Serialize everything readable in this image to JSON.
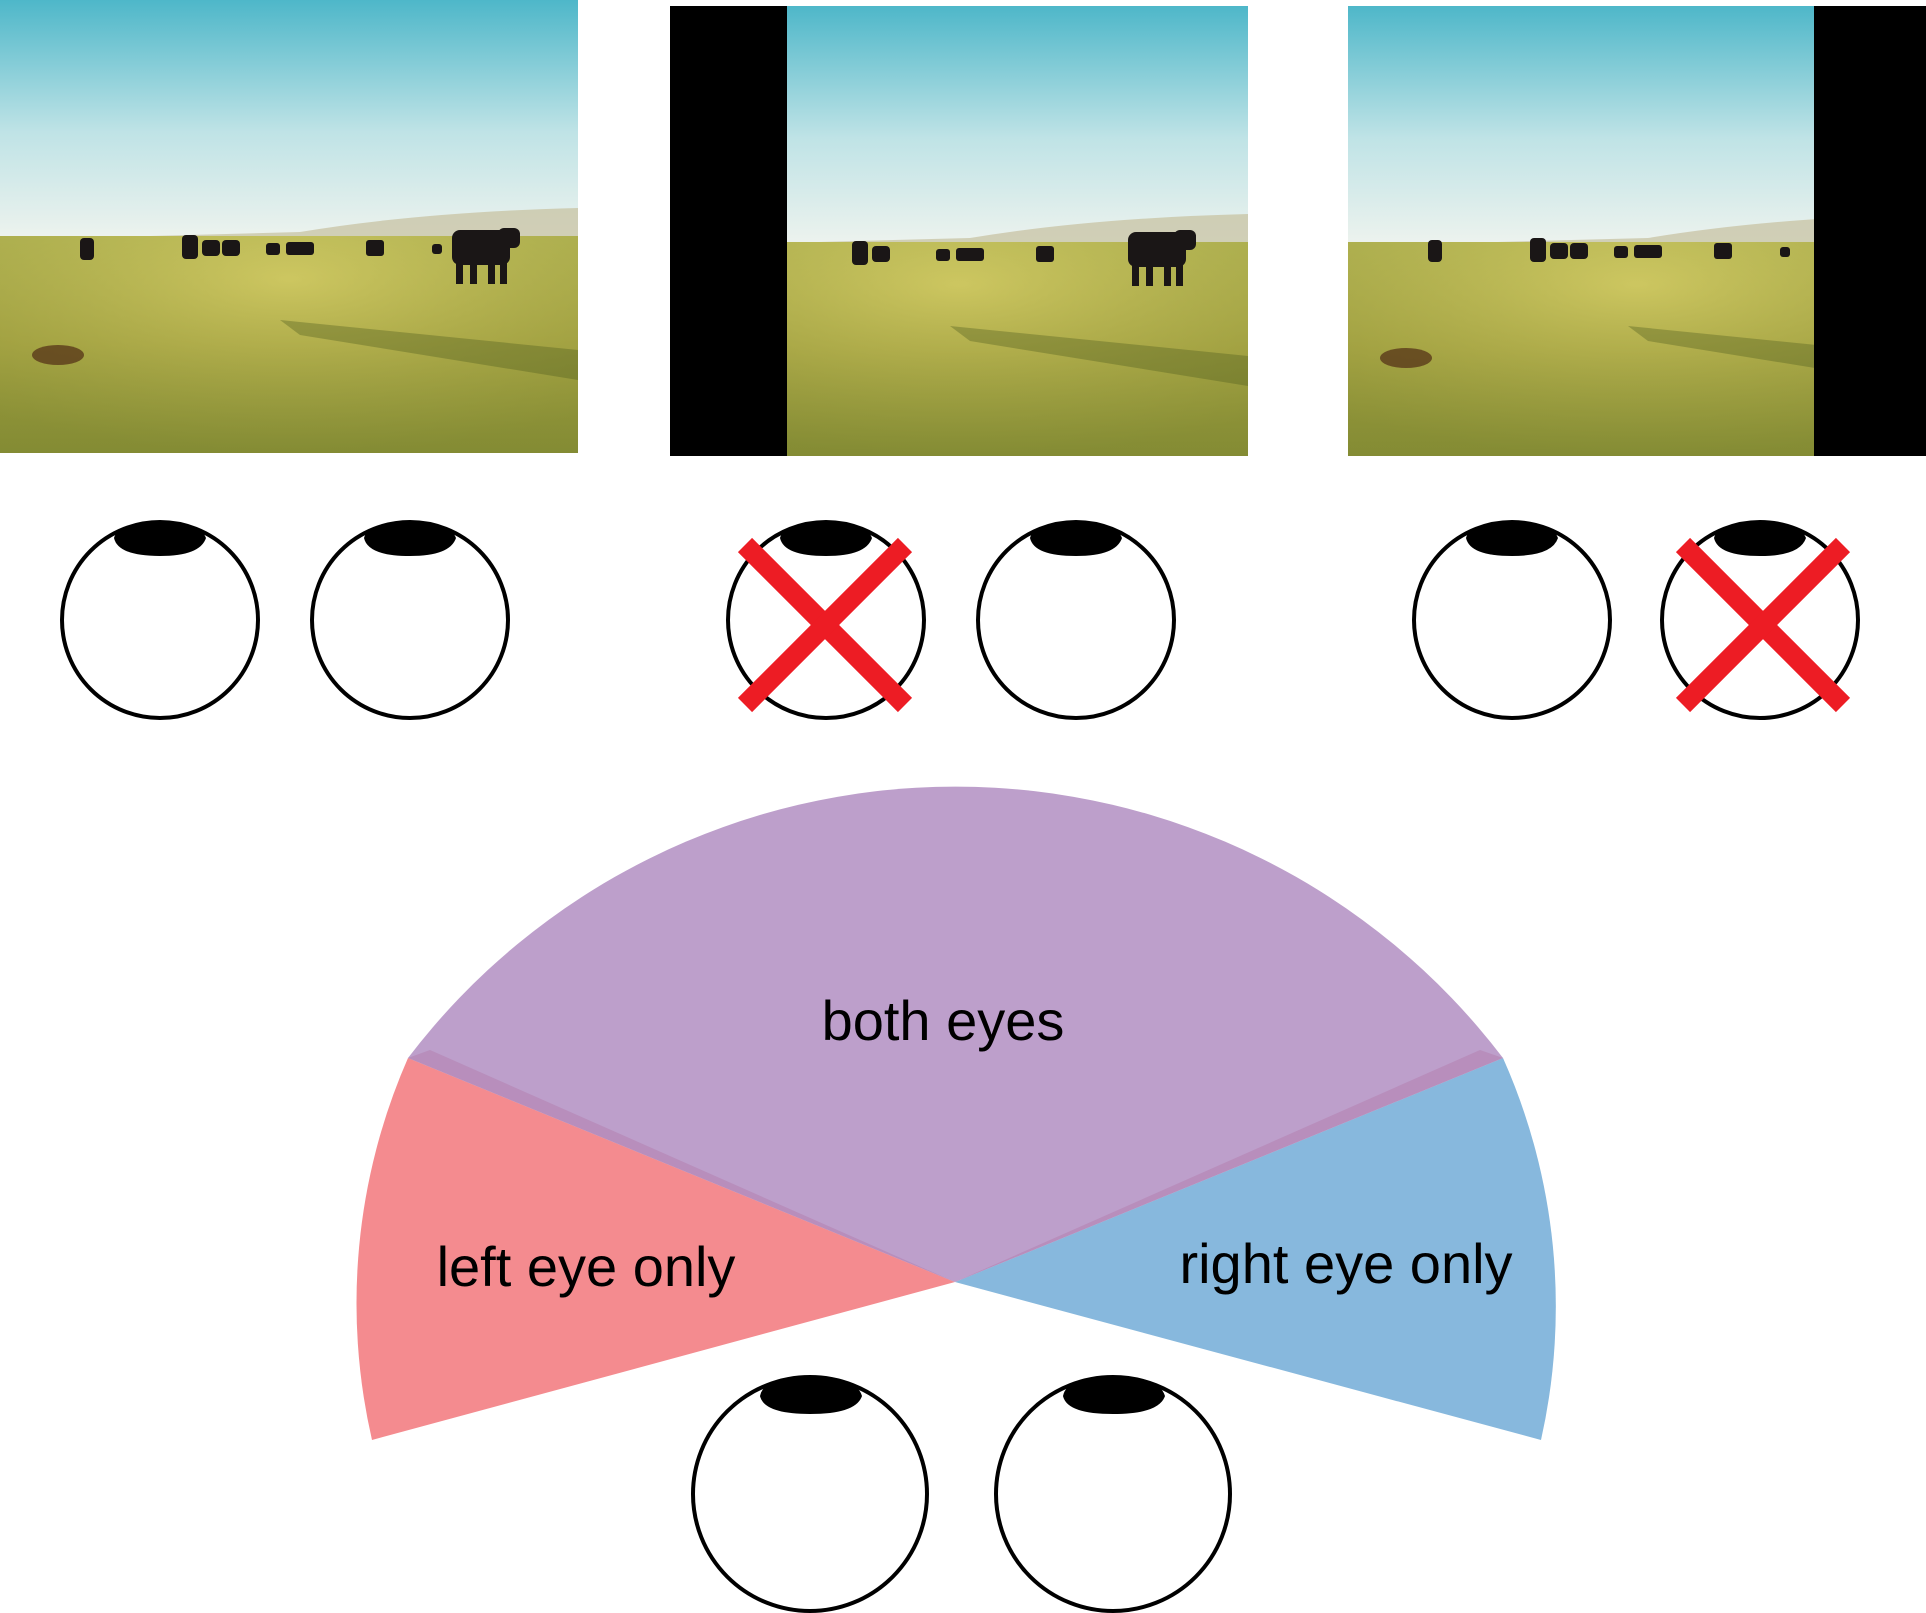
{
  "panels": [
    {
      "name": "both-eyes-view",
      "blocked_side": "none",
      "left_eye_closed": false,
      "right_eye_closed": false
    },
    {
      "name": "right-eye-only-view",
      "blocked_side": "left",
      "left_eye_closed": true,
      "right_eye_closed": false
    },
    {
      "name": "left-eye-only-view",
      "blocked_side": "right",
      "left_eye_closed": false,
      "right_eye_closed": true
    }
  ],
  "field_of_view": {
    "labels": {
      "both": "both eyes",
      "left": "left eye only",
      "right": "right eye only"
    },
    "colors": {
      "both": "#bd9fcb",
      "left": "#f48b8f",
      "right": "#87b8dd",
      "overlap": "#b68ab8"
    }
  },
  "colors": {
    "cross": "#ed1c24",
    "eye_outline": "#000000",
    "pupil": "#000000",
    "blocker": "#000000",
    "sky_top": "#4eb7c9",
    "sky_bottom": "#eef3ee",
    "grass": "#b7b34a"
  },
  "icons": [
    "eye-icon",
    "cross-icon",
    "cow-icon"
  ]
}
